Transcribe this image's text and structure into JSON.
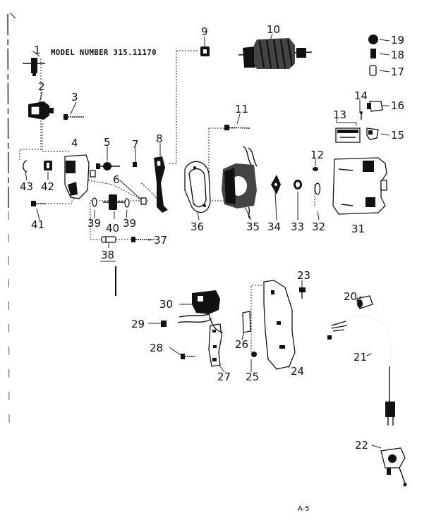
{
  "model_label": "MODEL NUMBER 315.11170",
  "page_code": "A-5",
  "colors": {
    "ink": "#111111",
    "paper": "#ffffff"
  },
  "parts": [
    {
      "num": "1"
    },
    {
      "num": "2"
    },
    {
      "num": "3"
    },
    {
      "num": "4"
    },
    {
      "num": "5"
    },
    {
      "num": "6"
    },
    {
      "num": "7"
    },
    {
      "num": "8"
    },
    {
      "num": "9"
    },
    {
      "num": "10"
    },
    {
      "num": "11"
    },
    {
      "num": "12"
    },
    {
      "num": "13"
    },
    {
      "num": "14"
    },
    {
      "num": "15"
    },
    {
      "num": "16"
    },
    {
      "num": "17"
    },
    {
      "num": "18"
    },
    {
      "num": "19"
    },
    {
      "num": "20"
    },
    {
      "num": "21"
    },
    {
      "num": "22"
    },
    {
      "num": "23"
    },
    {
      "num": "24"
    },
    {
      "num": "25"
    },
    {
      "num": "26"
    },
    {
      "num": "27"
    },
    {
      "num": "28"
    },
    {
      "num": "29"
    },
    {
      "num": "30"
    },
    {
      "num": "31"
    },
    {
      "num": "32"
    },
    {
      "num": "33"
    },
    {
      "num": "34"
    },
    {
      "num": "35"
    },
    {
      "num": "36"
    },
    {
      "num": "37"
    },
    {
      "num": "38"
    },
    {
      "num": "39"
    },
    {
      "num": "39"
    },
    {
      "num": "40"
    },
    {
      "num": "41"
    },
    {
      "num": "42"
    },
    {
      "num": "43"
    }
  ]
}
